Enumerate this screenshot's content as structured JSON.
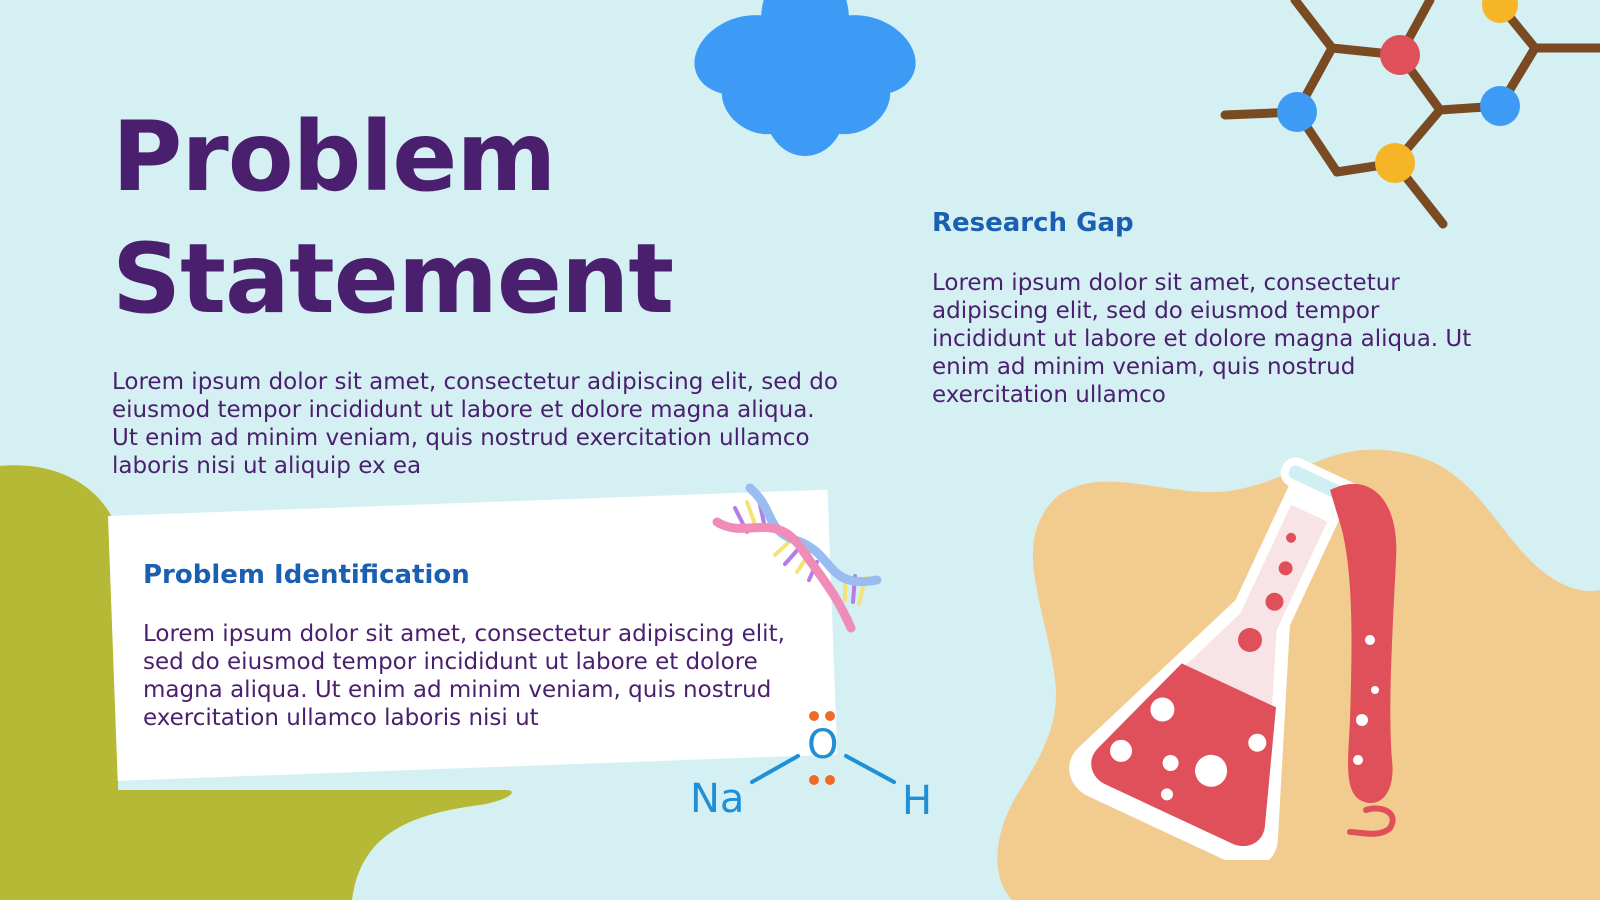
{
  "slide": {
    "title_line1": "Problem",
    "title_line2": "Statement",
    "intro": "Lorem ipsum dolor sit amet, consectetur adipiscing elit, sed do eiusmod tempor incididunt ut labore et dolore magna aliqua. Ut enim ad minim veniam, quis nostrud exercitation ullamco laboris nisi ut aliquip ex ea"
  },
  "problem_identification": {
    "heading": "Problem Identification",
    "text": "Lorem ipsum dolor sit amet, consectetur adipiscing elit, sed do eiusmod tempor incididunt ut labore et dolore magna aliqua. Ut enim ad minim veniam, quis nostrud exercitation ullamco laboris nisi ut"
  },
  "research_gap": {
    "heading": "Research Gap",
    "text": "Lorem ipsum dolor sit amet, consectetur adipiscing elit, sed do eiusmod tempor incididunt ut labore et dolore magna aliqua. Ut enim ad minim veniam, quis nostrud exercitation ullamco"
  },
  "formula": {
    "na": "Na",
    "o": "O",
    "h": "H"
  },
  "colors": {
    "background": "#d4f0f3",
    "title": "#4a1f6e",
    "heading": "#1b5fb0",
    "flower": "#3d9bf5",
    "olive_blob": "#b5b935",
    "peach_blob": "#f2cc8f",
    "liquid": "#e0505a",
    "molecule_bond": "#7a4a22"
  },
  "icons": [
    "flower-icon",
    "molecule-icon",
    "dna-icon",
    "flask-icon",
    "naoh-formula-icon"
  ]
}
